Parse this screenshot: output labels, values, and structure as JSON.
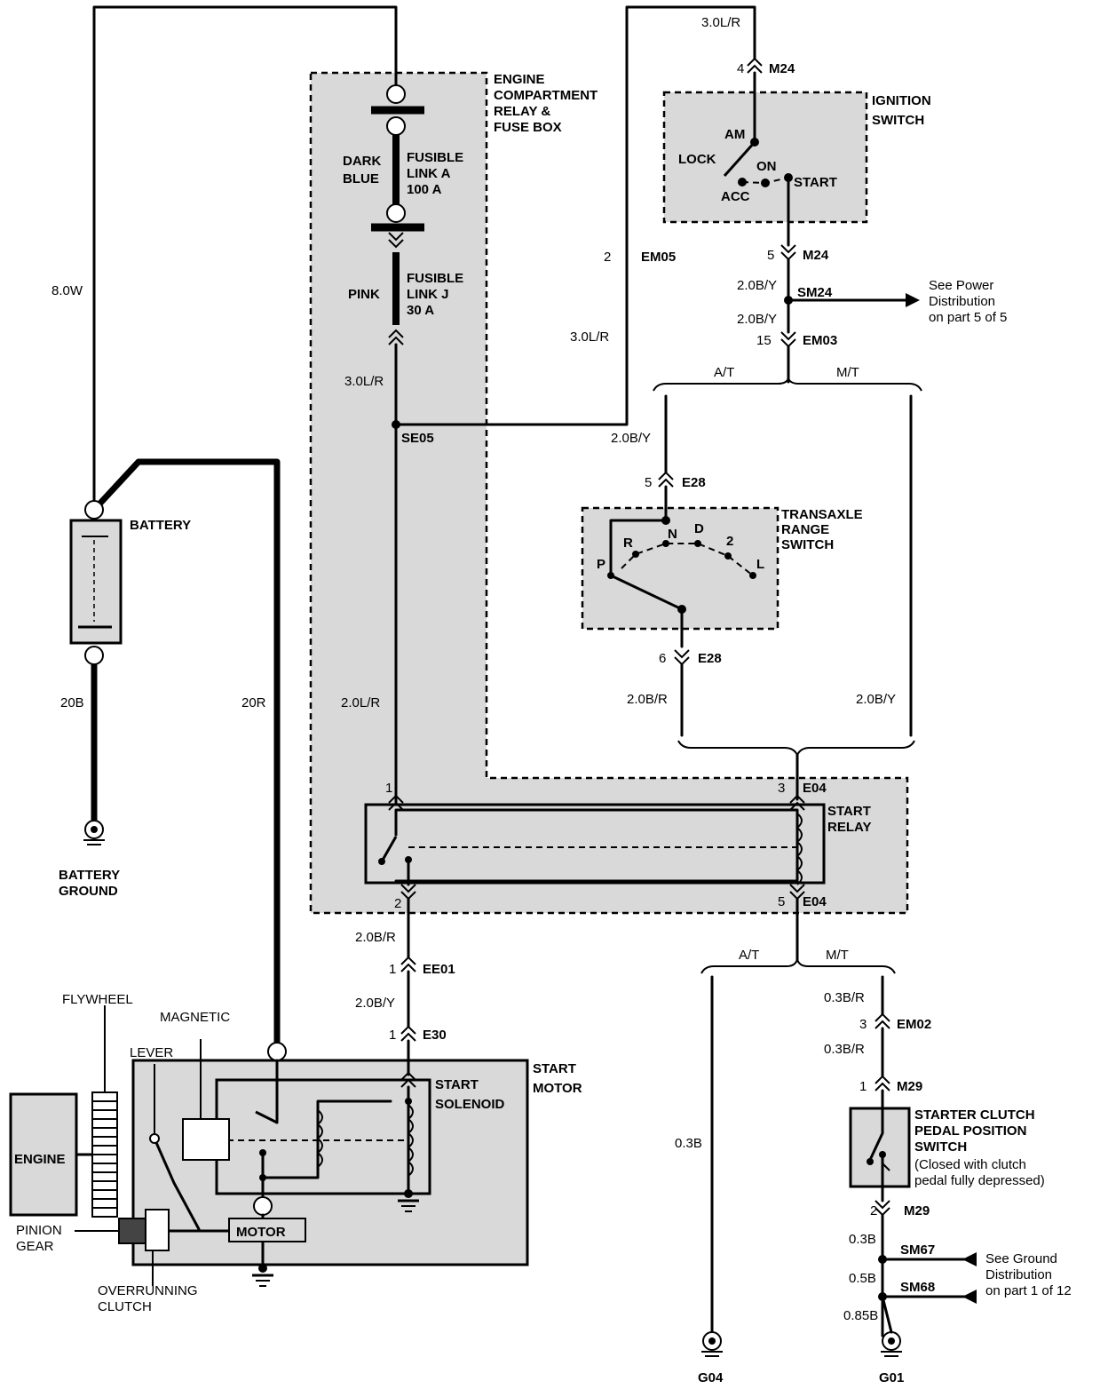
{
  "components": {
    "engine_compartment_box": "ENGINE COMPARTMENT RELAY & FUSE BOX",
    "ignition_switch": "IGNITION SWITCH",
    "transaxle_range_switch": "TRANSAXLE RANGE SWITCH",
    "start_relay": "START RELAY",
    "battery": "BATTERY",
    "battery_ground": "BATTERY GROUND",
    "start_motor": "START MOTOR",
    "start_solenoid": "START SOLENOID",
    "starter_clutch_switch": "STARTER CLUTCH PEDAL POSITION SWITCH",
    "clutch_note": "(Closed with clutch pedal fully depressed)",
    "engine": "ENGINE",
    "motor": "MOTOR",
    "flywheel": "FLYWHEEL",
    "magnetic": "MAGNETIC",
    "lever": "LEVER",
    "pinion_gear": "PINION GEAR",
    "overrunning_clutch": "OVERRUNNING CLUTCH"
  },
  "fusible_links": [
    {
      "color": "DARK BLUE",
      "name": "FUSIBLE LINK A",
      "rating": "100 A"
    },
    {
      "color": "PINK",
      "name": "FUSIBLE LINK J",
      "rating": "30 A"
    }
  ],
  "ignition_positions": [
    "AM",
    "LOCK",
    "ON",
    "ACC",
    "START"
  ],
  "range_positions": [
    "P",
    "R",
    "N",
    "D",
    "2",
    "L"
  ],
  "wires": {
    "w_8_0w": "8.0W",
    "w_3_0lr_top": "3.0L/R",
    "w_3_0lr_mid": "3.0L/R",
    "w_3_0lr_fuse": "3.0L/R",
    "w_2_0lr": "2.0L/R",
    "w_20b": "20B",
    "w_20r": "20R",
    "w_2_0by_a": "2.0B/Y",
    "w_2_0by_b": "2.0B/Y",
    "w_2_0by_at": "2.0B/Y",
    "w_2_0br_at": "2.0B/R",
    "w_2_0by_mt": "2.0B/Y",
    "w_2_0br_relay": "2.0B/R",
    "w_2_0by_ee01": "2.0B/Y",
    "w_0_3b_g04": "0.3B",
    "w_0_3br_a": "0.3B/R",
    "w_0_3br_b": "0.3B/R",
    "w_0_3b_m29": "0.3B",
    "w_0_5b": "0.5B",
    "w_0_85b": "0.85B"
  },
  "connectors": {
    "m24_top": {
      "pin": "4",
      "name": "M24"
    },
    "em05": {
      "pin": "2",
      "name": "EM05"
    },
    "m24_bot": {
      "pin": "5",
      "name": "M24"
    },
    "em03": {
      "pin": "15",
      "name": "EM03"
    },
    "e28_top": {
      "pin": "5",
      "name": "E28"
    },
    "e28_bot": {
      "pin": "6",
      "name": "E28"
    },
    "e04_top": {
      "pin": "3",
      "name": "E04"
    },
    "e04_bot": {
      "pin": "5",
      "name": "E04"
    },
    "relay_pin1": {
      "pin": "1"
    },
    "relay_pin2": {
      "pin": "2"
    },
    "ee01": {
      "pin": "1",
      "name": "EE01"
    },
    "e30": {
      "pin": "1",
      "name": "E30"
    },
    "em02": {
      "pin": "3",
      "name": "EM02"
    },
    "m29_top": {
      "pin": "1",
      "name": "M29"
    },
    "m29_bot": {
      "pin": "2",
      "name": "M29"
    }
  },
  "splices": {
    "se05": "SE05",
    "sm24": "SM24",
    "sm67": "SM67",
    "sm68": "SM68"
  },
  "branches": {
    "at_top": "A/T",
    "mt_top": "M/T",
    "at_bot": "A/T",
    "mt_bot": "M/T"
  },
  "grounds": {
    "g04": "G04",
    "g01": "G01"
  },
  "notes": {
    "power": [
      "See Power",
      "Distribution",
      "on part 5 of 5"
    ],
    "ground": [
      "See Ground",
      "Distribution",
      "on part 1 of 12"
    ]
  }
}
